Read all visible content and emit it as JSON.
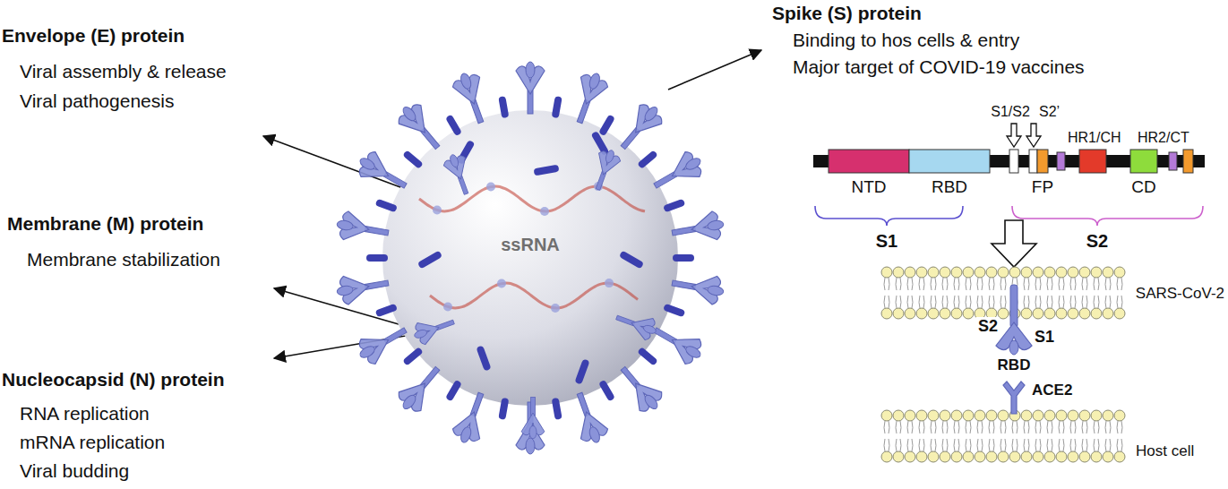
{
  "diagram": {
    "nodes": [
      {
        "text": [
          "ssRNA"
        ]
      }
    ],
    "labels": [
      "Envelope (E) protein",
      "Viral assembly & release",
      "Viral pathogenesis",
      "Membrane (M) protein",
      "Membrane stabilization",
      "Nucleocapsid (N) protein",
      "RNA replication",
      "mRNA replication",
      "Viral budding",
      "Spike (S) protein",
      "Binding to hos cells & entry",
      "Major target of COVID-19 vaccines",
      "S1/S2",
      "S2’",
      "HR1/CH",
      "HR2/CT",
      "NTD",
      "RBD",
      "FP",
      "CD",
      "S1",
      "S2",
      "SARS-CoV-2",
      "S2",
      "S1",
      "RBD",
      "ACE2",
      "Host cell"
    ]
  }
}
